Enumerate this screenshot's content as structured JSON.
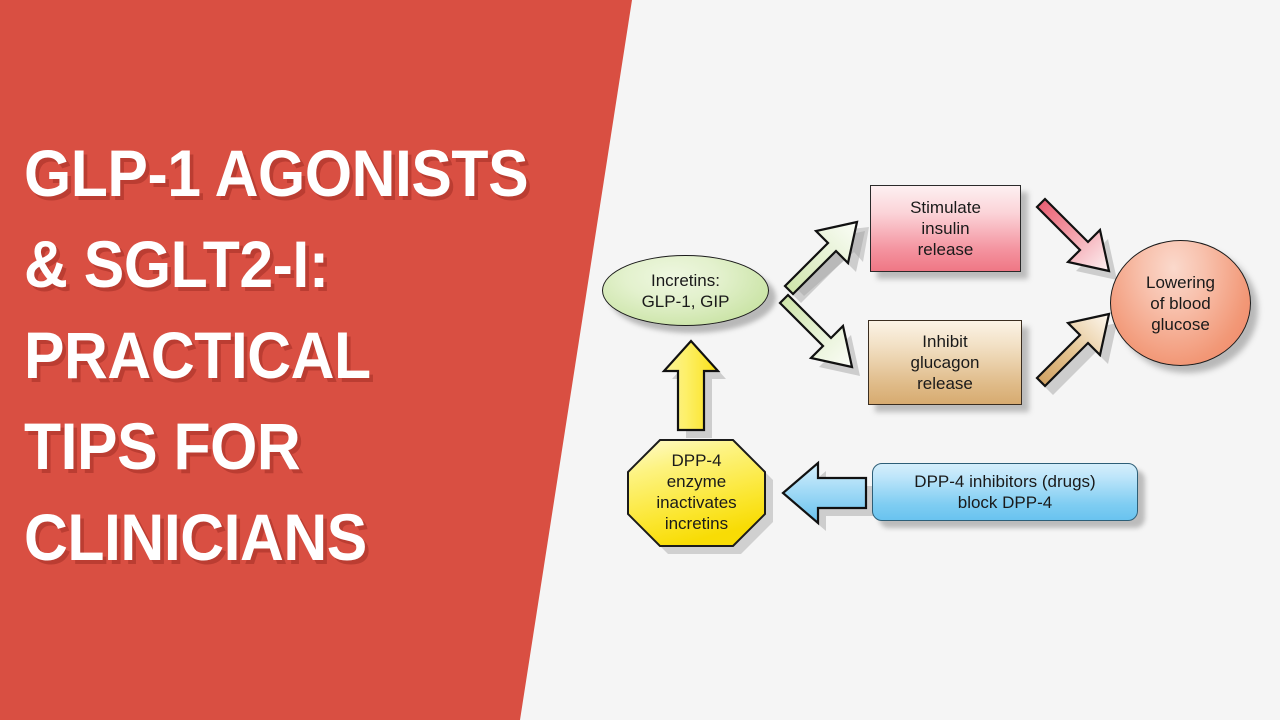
{
  "slide": {
    "background_color": "#f5f5f5",
    "accent_color": "#d94f42",
    "title_lines": [
      "GLP-1 AGONISTS",
      "& SGLT2-I:",
      "PRACTICAL",
      "TIPS FOR",
      "CLINICIANS"
    ],
    "title_text": "GLP-1 AGONISTS & SGLT2-I: PRACTICAL TIPS FOR CLINICIANS"
  },
  "diagram": {
    "type": "flow-diagram",
    "nodes": [
      {
        "id": "incretins",
        "label": "Incretins:\nGLP-1, GIP",
        "shape": "ellipse",
        "color": "#d6ebb4"
      },
      {
        "id": "stimulate",
        "label": "Stimulate\ninsulin\nrelease",
        "shape": "rectangle",
        "color": "#f4939f"
      },
      {
        "id": "inhibit",
        "label": "Inhibit\nglucagon\nrelease",
        "shape": "rectangle",
        "color": "#e0bc8a"
      },
      {
        "id": "lowering",
        "label": "Lowering\nof blood\nglucose",
        "shape": "circle",
        "color": "#f29877"
      },
      {
        "id": "dpp4",
        "label": "DPP-4\nenzyme\ninactivates\nincretins",
        "shape": "octagon",
        "color": "#fbe93d"
      },
      {
        "id": "inhibitors",
        "label": "DPP-4 inhibitors (drugs)\nblock DPP-4",
        "shape": "rounded-rectangle",
        "color": "#7fcdf2"
      }
    ],
    "arrows": [
      {
        "id": "incretins-to-stimulate",
        "from": "incretins",
        "to": "stimulate",
        "direction": "up-right",
        "color": "#d9eab9"
      },
      {
        "id": "incretins-to-inhibit",
        "from": "incretins",
        "to": "inhibit",
        "direction": "down-right",
        "color": "#d9eab9"
      },
      {
        "id": "stimulate-to-lowering",
        "from": "stimulate",
        "to": "lowering",
        "direction": "down-right",
        "color": "#ef7a88"
      },
      {
        "id": "inhibit-to-lowering",
        "from": "inhibit",
        "to": "lowering",
        "direction": "up-right",
        "color": "#d6a86e"
      },
      {
        "id": "dpp4-to-incretins",
        "from": "dpp4",
        "to": "incretins",
        "direction": "up",
        "color": "#fbe93d"
      },
      {
        "id": "inhibitors-to-dpp4",
        "from": "inhibitors",
        "to": "dpp4",
        "direction": "left",
        "color": "#8fd4f5"
      }
    ]
  }
}
